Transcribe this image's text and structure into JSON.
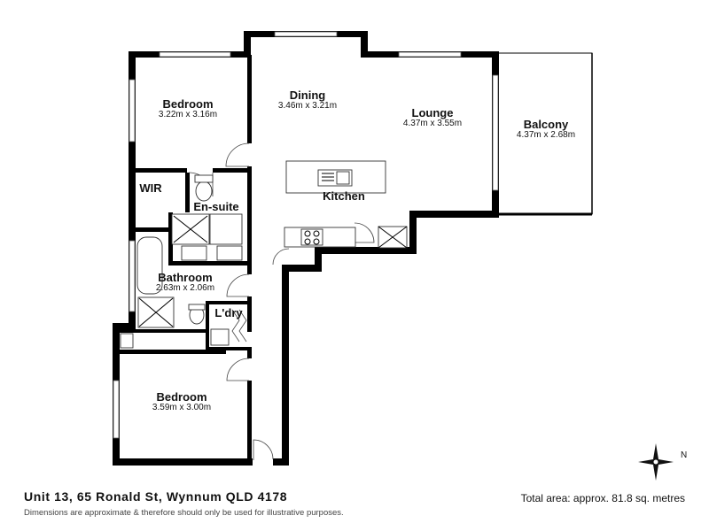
{
  "rooms": {
    "bedroom1": {
      "name": "Bedroom",
      "dims": "3.22m x 3.16m"
    },
    "dining": {
      "name": "Dining",
      "dims": "3.46m x 3.21m"
    },
    "lounge": {
      "name": "Lounge",
      "dims": "4.37m x 3.55m"
    },
    "balcony": {
      "name": "Balcony",
      "dims": "4.37m x 2.68m"
    },
    "wir": {
      "name": "WIR"
    },
    "ensuite": {
      "name": "En-suite"
    },
    "kitchen": {
      "name": "Kitchen"
    },
    "bathroom": {
      "name": "Bathroom",
      "dims": "2.63m x 2.06m"
    },
    "laundry": {
      "name": "L'dry"
    },
    "bedroom2": {
      "name": "Bedroom",
      "dims": "3.59m x 3.00m"
    }
  },
  "footer": {
    "address": "Unit 13, 65 Ronald St, Wynnum QLD 4178",
    "disclaimer": "Dimensions are approximate & therefore should only be used for illustrative purposes.",
    "total_area": "Total area: approx. 81.8 sq. metres"
  },
  "compass": {
    "north_label": "N"
  },
  "colors": {
    "wall": "#000000",
    "background": "#ffffff"
  }
}
